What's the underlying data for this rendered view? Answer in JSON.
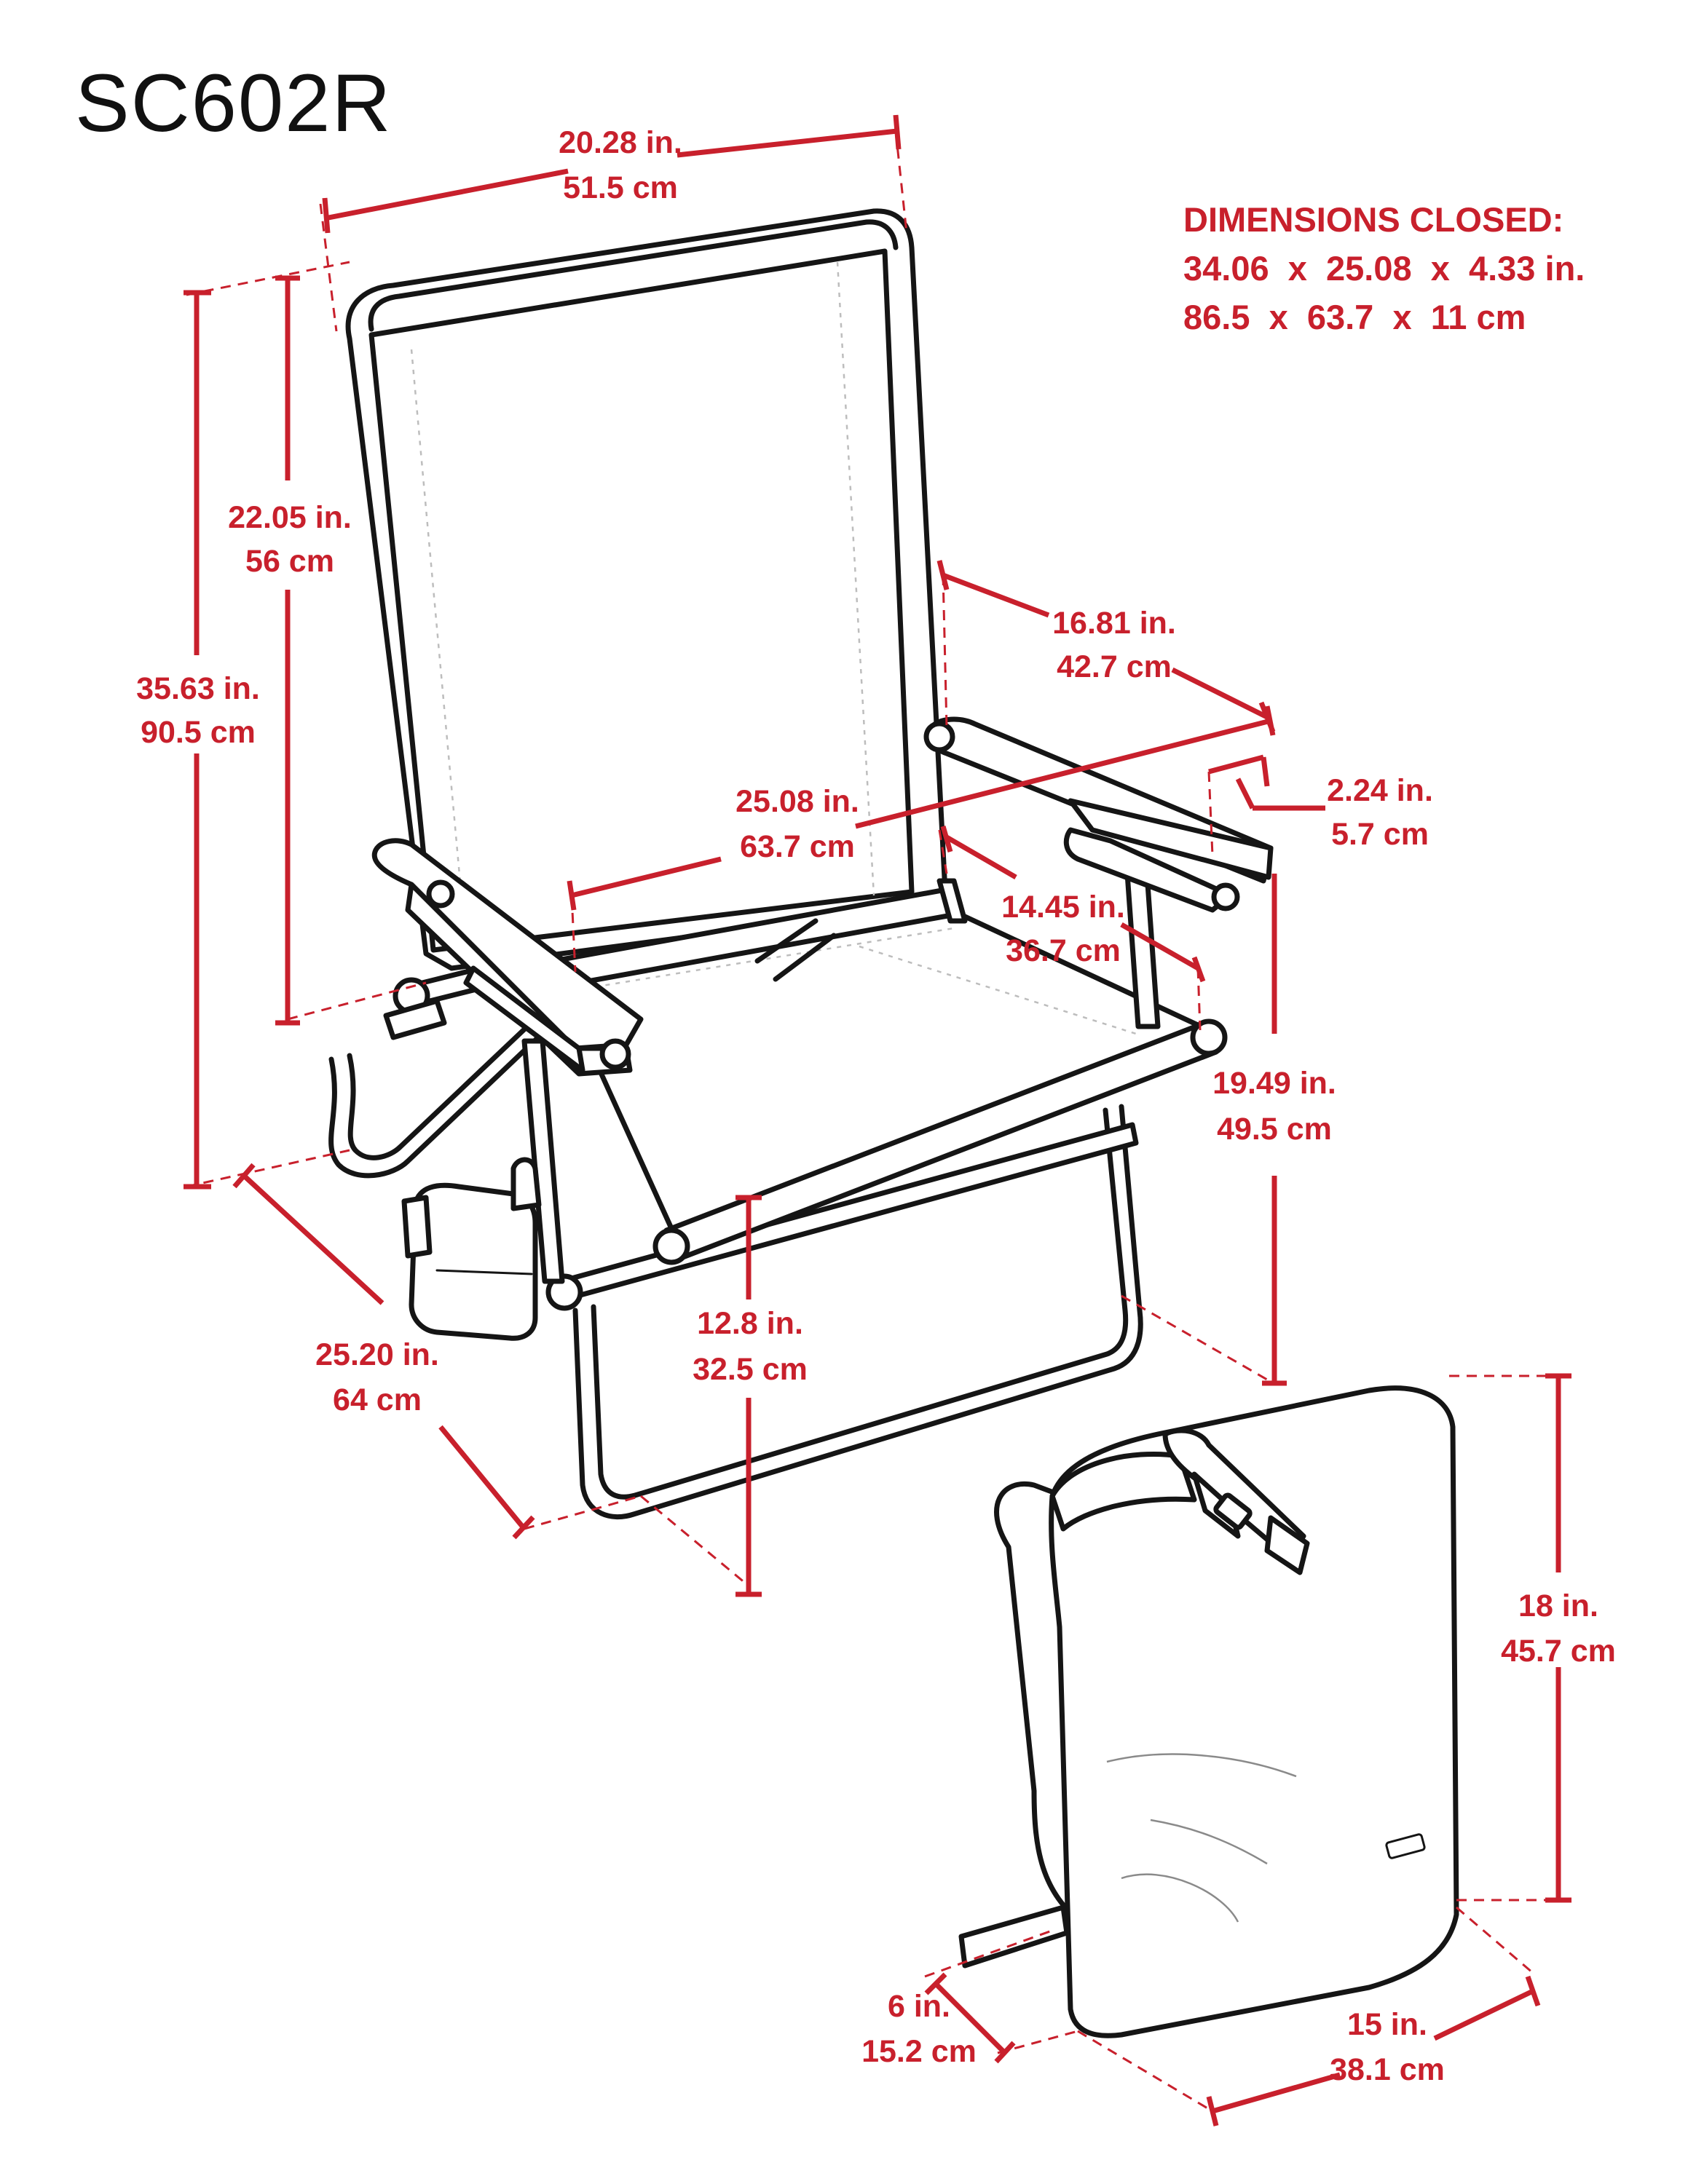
{
  "product": {
    "model": "SC602R"
  },
  "closed_dimensions": {
    "heading": "DIMENSIONS CLOSED:",
    "imperial": "34.06  x  25.08  x  4.33 in.",
    "metric": "86.5  x  63.7  x  11 cm"
  },
  "dimensions": {
    "back_width": {
      "in": "20.28 in.",
      "cm": "51.5 cm"
    },
    "back_height": {
      "in": "22.05 in.",
      "cm": "56 cm"
    },
    "total_height": {
      "in": "35.63 in.",
      "cm": "90.5 cm"
    },
    "arm_length": {
      "in": "16.81 in.",
      "cm": "42.7 cm"
    },
    "arm_width": {
      "in": "2.24 in.",
      "cm": "5.7 cm"
    },
    "total_width": {
      "in": "25.08 in.",
      "cm": "63.7 cm"
    },
    "seat_depth": {
      "in": "14.45 in.",
      "cm": "36.7 cm"
    },
    "arm_height": {
      "in": "19.49 in.",
      "cm": "49.5 cm"
    },
    "seat_height": {
      "in": "12.8 in.",
      "cm": "32.5 cm"
    },
    "total_depth": {
      "in": "25.20 in.",
      "cm": "64 cm"
    }
  },
  "bag_dimensions": {
    "height": {
      "in": "18 in.",
      "cm": "45.7 cm"
    },
    "depth": {
      "in": "6 in.",
      "cm": "15.2 cm"
    },
    "width": {
      "in": "15 in.",
      "cm": "38.1 cm"
    }
  },
  "colors": {
    "dimension": "#c8202c",
    "outline": "#151515",
    "background": "#ffffff"
  }
}
